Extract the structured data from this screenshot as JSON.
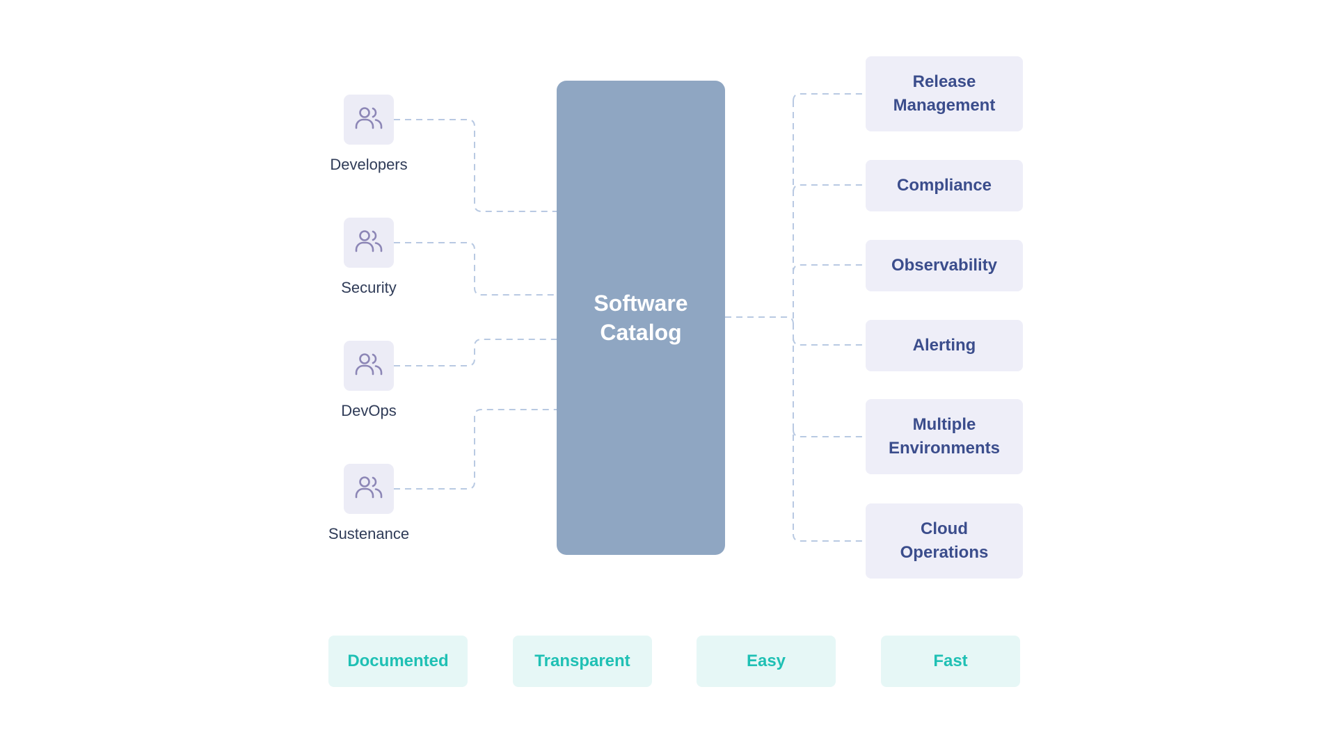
{
  "colors": {
    "catalog_fill": "#8fa6c2",
    "feature_fill": "#eeeef8",
    "feature_text": "#3b4d8c",
    "quality_fill": "#e6f7f6",
    "quality_text": "#1fc0b4",
    "connector": "#b8c9e2",
    "icon_fill": "#ececf6",
    "icon_stroke": "#8c86b6"
  },
  "teams": [
    {
      "label": "Developers",
      "icon": "users-icon"
    },
    {
      "label": "Security",
      "icon": "users-icon"
    },
    {
      "label": "DevOps",
      "icon": "users-icon"
    },
    {
      "label": "Sustenance",
      "icon": "users-icon"
    }
  ],
  "catalog": {
    "line1": "Software",
    "line2": "Catalog"
  },
  "features": [
    {
      "line1": "Release",
      "line2": "Management"
    },
    {
      "line1": "Compliance",
      "line2": ""
    },
    {
      "line1": "Observability",
      "line2": ""
    },
    {
      "line1": "Alerting",
      "line2": ""
    },
    {
      "line1": "Multiple",
      "line2": "Environments"
    },
    {
      "line1": "Cloud",
      "line2": "Operations"
    }
  ],
  "qualities": [
    "Documented",
    "Transparent",
    "Easy",
    "Fast"
  ]
}
